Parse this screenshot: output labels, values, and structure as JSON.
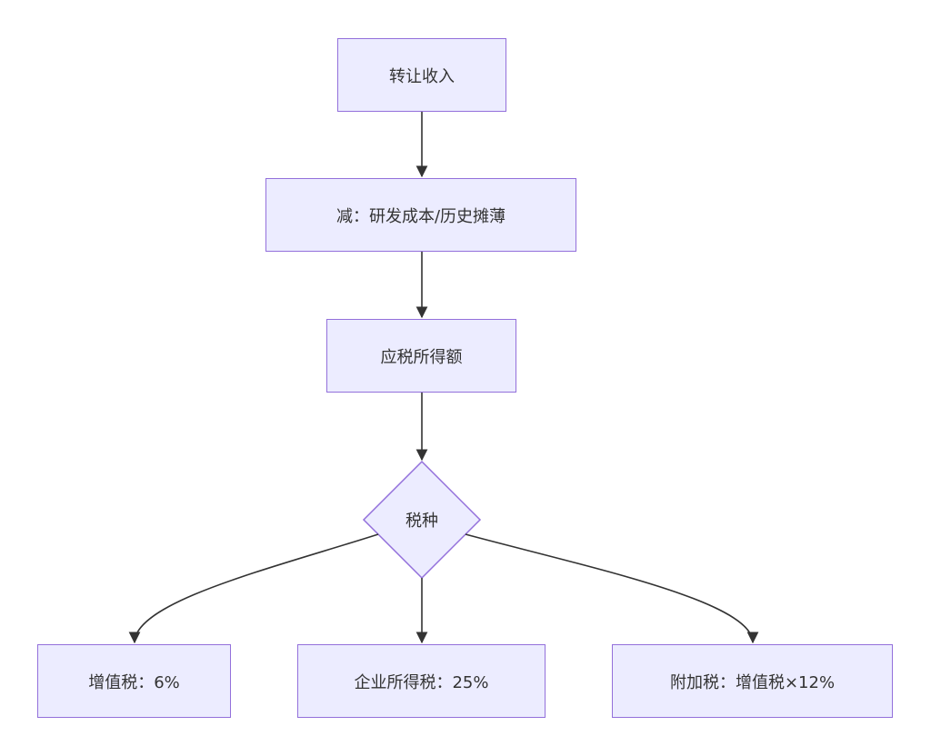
{
  "diagram": {
    "nodes": {
      "income": "转让收入",
      "deduct": "减：研发成本/历史摊薄",
      "taxable": "应税所得额",
      "tax_type": "税种",
      "vat": "增值税：6%",
      "cit": "企业所得税：25%",
      "surtax": "附加税：增值税×12%"
    },
    "edges": [
      {
        "from": "income",
        "to": "deduct"
      },
      {
        "from": "deduct",
        "to": "taxable"
      },
      {
        "from": "taxable",
        "to": "tax_type"
      },
      {
        "from": "tax_type",
        "to": "vat"
      },
      {
        "from": "tax_type",
        "to": "cit"
      },
      {
        "from": "tax_type",
        "to": "surtax"
      }
    ],
    "colors": {
      "node_fill": "#ececff",
      "node_border": "#9370db",
      "edge": "#333333",
      "text": "#333333"
    }
  }
}
